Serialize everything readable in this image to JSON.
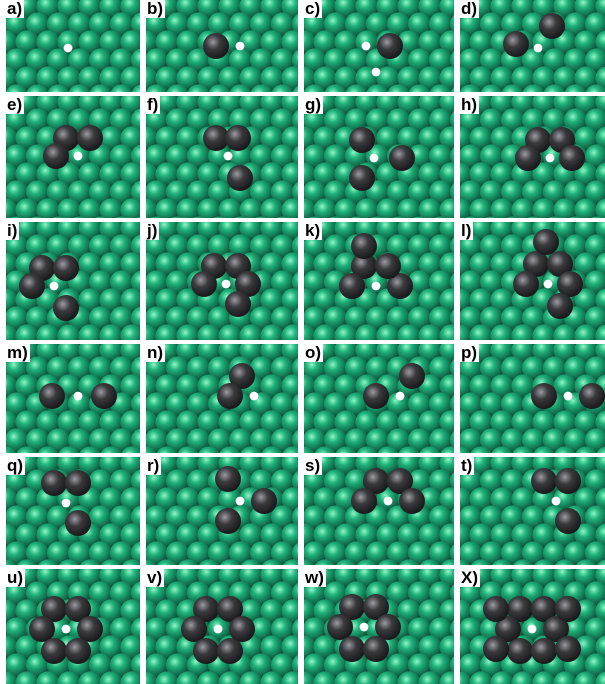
{
  "figure": {
    "colors": {
      "substrate": "#1fb27b",
      "substrate_dark": "#0b4a33",
      "adatom": "#3a3a3d",
      "adatom_dark": "#151517",
      "marker": "#ffffff",
      "separator": "#000000",
      "label_background": "#ffffff"
    },
    "panels": [
      {
        "label": "a)"
      },
      {
        "label": "b)"
      },
      {
        "label": "c)"
      },
      {
        "label": "d)"
      },
      {
        "label": "e)"
      },
      {
        "label": "f)"
      },
      {
        "label": "g)"
      },
      {
        "label": "h)"
      },
      {
        "label": "i)"
      },
      {
        "label": "j)"
      },
      {
        "label": "k)"
      },
      {
        "label": "l)"
      },
      {
        "label": "m)"
      },
      {
        "label": "n)"
      },
      {
        "label": "o)"
      },
      {
        "label": "p)"
      },
      {
        "label": "q)"
      },
      {
        "label": "r)"
      },
      {
        "label": "s)"
      },
      {
        "label": "t)"
      },
      {
        "label": "u)"
      },
      {
        "label": "v)"
      },
      {
        "label": "w)"
      },
      {
        "label": "X)"
      }
    ]
  }
}
